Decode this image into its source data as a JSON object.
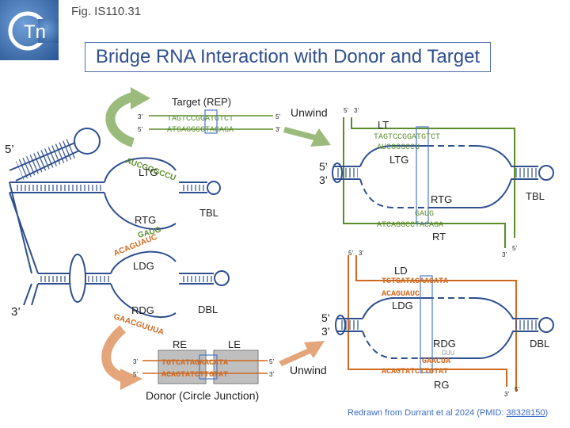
{
  "header": {
    "fig_label": "Fig. IS110.31",
    "title": "Bridge RNA Interaction with Donor and Target",
    "logo_text": "Tn"
  },
  "left_diagram": {
    "five_prime": "5’",
    "three_prime": "3’",
    "ltg_seq": "AUCGGGCCU",
    "ltg_label": "LTG",
    "rtg_label": "RTG",
    "rtg_seq": "GAUG",
    "tbl_label": "TBL",
    "ldg_seq": "ACAGUAUC",
    "ldg_label": "LDG",
    "rdg_label": "RDG",
    "rdg_seq": "GAACGUUUA",
    "dbl_label": "DBL"
  },
  "target": {
    "label": "Target (REP)",
    "top_seq": "TAGTCCGGATGTCT",
    "bottom_seq": "ATCAGGCCTACAGA",
    "top_left_end": "3’",
    "top_right_end": "5’",
    "bottom_left_end": "5’",
    "bottom_right_end": "3’",
    "unwind": "Unwind"
  },
  "donor": {
    "label": "Donor (Circle Junction)",
    "re_label": "RE",
    "le_label": "LE",
    "top_seq": "TGTCATAGAACATA",
    "bottom_seq": "ACAGTATCTTGTAT",
    "top_left_end": "3’",
    "top_right_end": "5’",
    "bottom_left_end": "5’",
    "bottom_right_end": "3’",
    "unwind": "Unwind"
  },
  "target_complex": {
    "lt_label": "LT",
    "lt_seq": "TAGTCCGGATGTCT",
    "ltg_seq": "AUCGGGCCU",
    "ltg_label": "LTG",
    "rtg_label": "RTG",
    "rtg_seq": "GAUG",
    "rt_seq": "ATCAGGCCTACAGA",
    "rt_label": "RT",
    "tbl_label": "TBL",
    "five_prime": "5’",
    "three_prime": "3’",
    "end_5": "5’",
    "end_3": "3’"
  },
  "donor_complex": {
    "ld_label": "LD",
    "ld_seq": "TGTCATAGAACATA",
    "ldg_seq": "ACAGUAUC",
    "ldg_label": "LDG",
    "rdg_label": "RDG",
    "rdg_top": "GUU",
    "rdg_seq": "GAACUA",
    "rg_seq": "ACAGTATCTTGTAT",
    "rg_label": "RG",
    "dbl_label": "DBL",
    "five_prime": "5’",
    "three_prime": "3’",
    "end_5": "5’",
    "end_3": "3’"
  },
  "credit": {
    "text": "Redrawn from Durrant et al 2024 (PMID: ",
    "pmid": "38328150",
    "close": ")"
  },
  "colors": {
    "rna_blue": "#2f4f8f",
    "target_green": "#5a8c2a",
    "donor_orange": "#d1691f",
    "highlight_blue": "#4a78c8",
    "arrow_green": "#9bbb7c",
    "arrow_orange": "#e4a57a",
    "box_gray": "#bfbfbf"
  }
}
